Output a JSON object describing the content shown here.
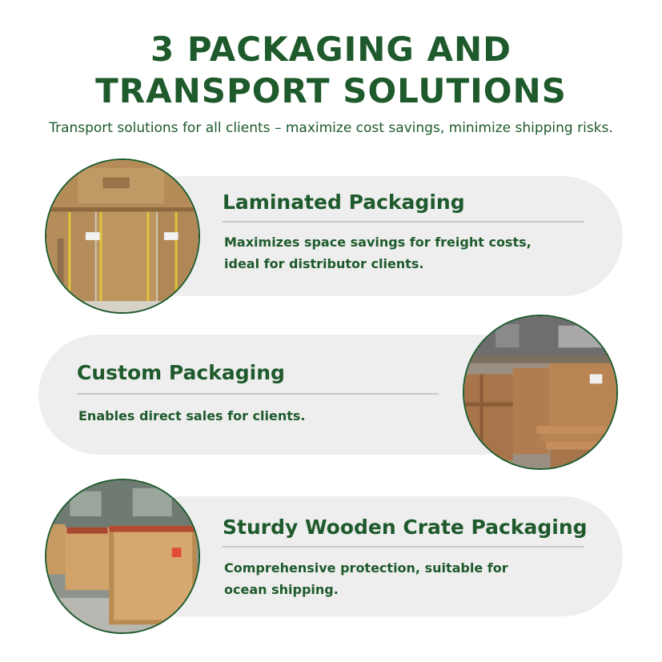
{
  "header": {
    "title_line1": "3 PACKAGING AND",
    "title_line2": "TRANSPORT SOLUTIONS",
    "subtitle": "Transport solutions for all clients – maximize cost savings, minimize shipping risks."
  },
  "cards": [
    {
      "title": "Laminated Packaging",
      "desc_line1": "Maximizes space savings for freight costs,",
      "desc_line2": "ideal for distributor clients.",
      "image": "stacked-cardboard-boxes-photo"
    },
    {
      "title": "Custom Packaging",
      "desc_line1": "Enables direct sales for clients.",
      "image": "warehouse-custom-boxes-photo"
    },
    {
      "title": "Sturdy Wooden Crate Packaging",
      "desc_line1": "Comprehensive protection, suitable for",
      "desc_line2": "ocean shipping.",
      "image": "wooden-crates-photo"
    }
  ],
  "colors": {
    "brand_green": "#1e5a2c",
    "pill_background": "#eeeeee",
    "divider": "#c9c9c9"
  }
}
